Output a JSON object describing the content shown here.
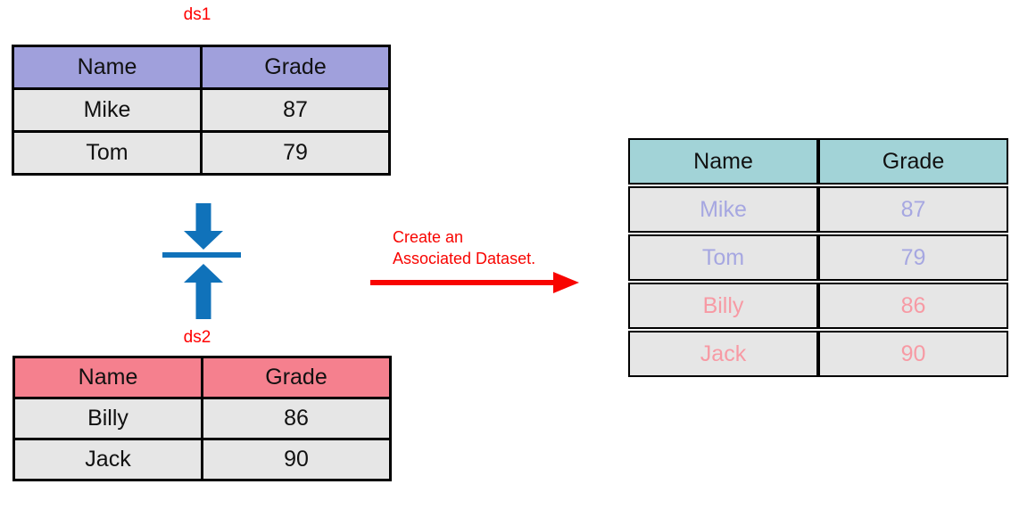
{
  "labels": {
    "ds1": "ds1",
    "ds2": "ds2"
  },
  "annotation": {
    "line1": "Create an",
    "line2": "Associated Dataset."
  },
  "tables": {
    "ds1": {
      "headers": [
        "Name",
        "Grade"
      ],
      "rows": [
        [
          "Mike",
          "87"
        ],
        [
          "Tom",
          "79"
        ]
      ]
    },
    "ds2": {
      "headers": [
        "Name",
        "Grade"
      ],
      "rows": [
        [
          "Billy",
          "86"
        ],
        [
          "Jack",
          "90"
        ]
      ]
    },
    "result": {
      "headers": [
        "Name",
        "Grade"
      ],
      "rows": [
        [
          "Mike",
          "87"
        ],
        [
          "Tom",
          "79"
        ],
        [
          "Billy",
          "86"
        ],
        [
          "Jack",
          "90"
        ]
      ],
      "row_sources": [
        "ds1",
        "ds1",
        "ds2",
        "ds2"
      ]
    }
  },
  "colors": {
    "ds1_header": "#A0A0DC",
    "ds2_header": "#F5808E",
    "result_header": "#A2D3D7",
    "row_bg": "#E6E6E6",
    "border": "#000000",
    "merge_arrow": "#1072BA",
    "annotation_red": "#F80400",
    "label_red": "#FF0000",
    "result_ds1_text": "#A6A7E1",
    "result_ds2_text": "#F79AA4"
  }
}
